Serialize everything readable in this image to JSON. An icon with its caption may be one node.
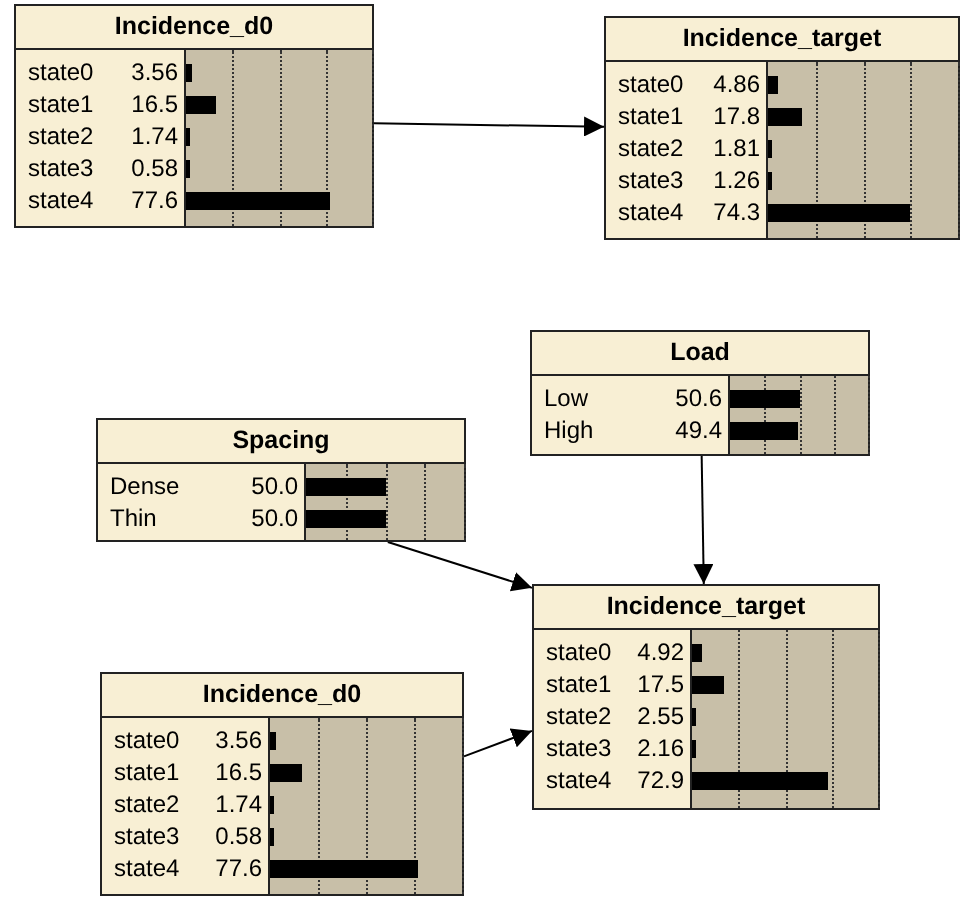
{
  "diagram": {
    "nodes": [
      {
        "text": [
          "Incidence_d0",
          "state0 3.56",
          "state1 16.5",
          "state2 1.74",
          "state3 0.58",
          "state4 77.6"
        ]
      },
      {
        "text": [
          "Incidence_target",
          "state0 4.86",
          "state1 17.8",
          "state2 1.81",
          "state3 1.26",
          "state4 74.3"
        ]
      },
      {
        "text": [
          "Load",
          "Low 50.6",
          "High 49.4"
        ]
      },
      {
        "text": [
          "Spacing",
          "Dense 50.0",
          "Thin 50.0"
        ]
      },
      {
        "text": [
          "Incidence_target",
          "state0 4.92",
          "state1 17.5",
          "state2 2.55",
          "state3 2.16",
          "state4 72.9"
        ]
      },
      {
        "text": [
          "Incidence_d0",
          "state0 3.56",
          "state1 16.5",
          "state2 1.74",
          "state3 0.58",
          "state4 77.6"
        ]
      }
    ],
    "edges": [
      {
        "from": 0,
        "to": 1,
        "arrow": "to"
      },
      {
        "from": 2,
        "to": 4,
        "arrow": "to"
      },
      {
        "from": 3,
        "to": 4,
        "arrow": "to"
      },
      {
        "from": 5,
        "to": 4,
        "arrow": "to"
      }
    ]
  }
}
